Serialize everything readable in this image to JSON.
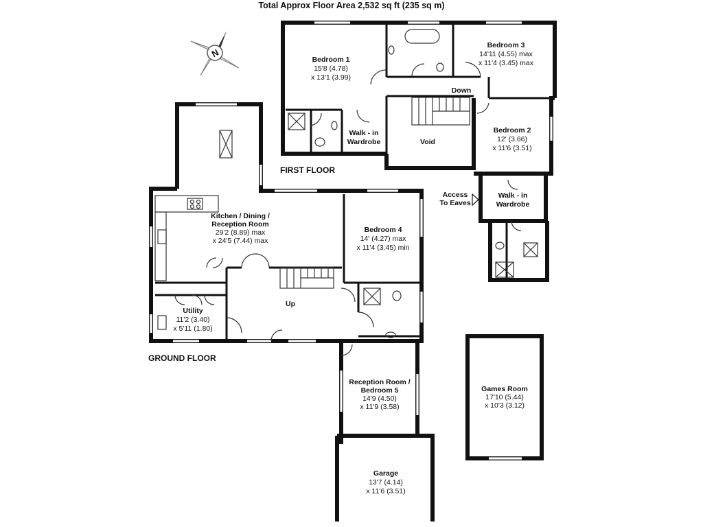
{
  "title": "Total Approx Floor Area 2,532 sq ft (235 sq m)",
  "compass": {
    "label": "N",
    "icon": "north-arrow-compass-icon"
  },
  "floors": {
    "first": "FIRST FLOOR",
    "ground": "GROUND FLOOR"
  },
  "rooms": {
    "bedroom1": {
      "name": "Bedroom 1",
      "dim1": "15'8 (4.78)",
      "dim2": "x 13'1 (3.99)"
    },
    "bedroom3": {
      "name": "Bedroom 3",
      "dim1": "14'11 (4.55) max",
      "dim2": "x 11'4 (3.45) max"
    },
    "bedroom2": {
      "name": "Bedroom 2",
      "dim1": "12' (3.66)",
      "dim2": "x 11'6 (3.51)"
    },
    "walkin1": {
      "line1": "Walk - in",
      "line2": "Wardrobe"
    },
    "walkin2": {
      "line1": "Walk - in",
      "line2": "Wardrobe"
    },
    "void": {
      "name": "Void"
    },
    "down": {
      "label": "Down"
    },
    "eaves": {
      "line1": "Access",
      "line2": "To Eaves"
    },
    "kitchen": {
      "line1": "Kitchen / Dining /",
      "line2": "Reception Room",
      "dim1": "29'2 (8.89) max",
      "dim2": "x 24'5 (7.44) max"
    },
    "bedroom4": {
      "name": "Bedroom 4",
      "dim1": "14' (4.27) max",
      "dim2": "x 11'4 (3.45) min"
    },
    "utility": {
      "name": "Utility",
      "dim1": "11'2 (3.40)",
      "dim2": "x 5'11 (1.80)"
    },
    "up": {
      "label": "Up"
    },
    "reception": {
      "line1": "Reception Room /",
      "line2": "Bedroom 5",
      "dim1": "14'9 (4.50)",
      "dim2": "x 11'9 (3.58)"
    },
    "garage": {
      "name": "Garage",
      "dim1": "13'7 (4.14)",
      "dim2": "x 11'6 (3.51)"
    },
    "games": {
      "name": "Games Room",
      "dim1": "17'10 (5.44)",
      "dim2": "x 10'3 (3.12)"
    }
  }
}
